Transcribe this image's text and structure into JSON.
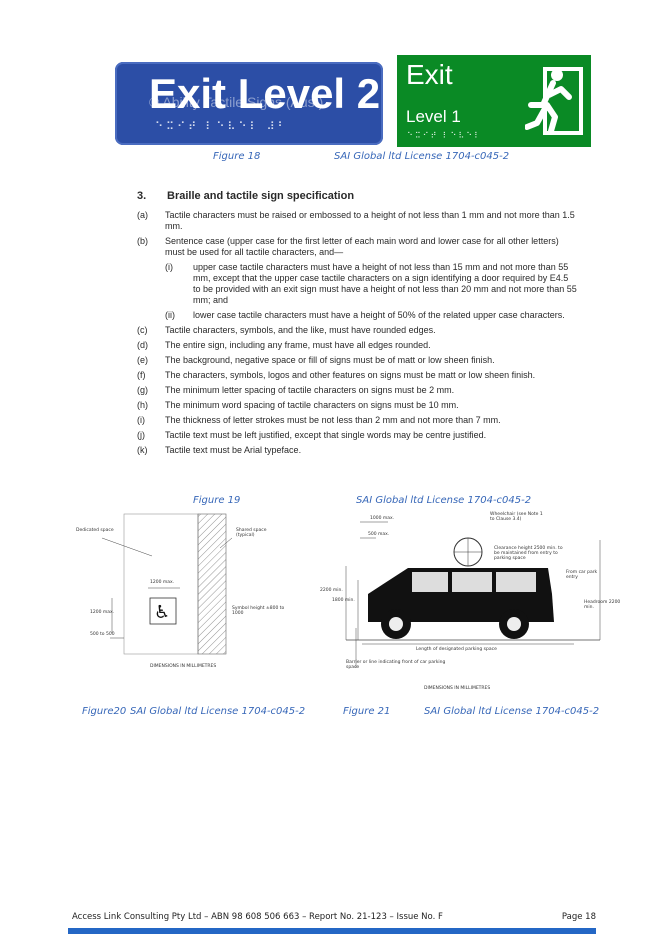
{
  "figure18": {
    "sign_blue": {
      "text": "Exit Level 2",
      "watermark": "© Ability Tactile Signs (Aust)",
      "braille": "⠑⠭⠊⠞ ⠇⠑⠧⠑⠇ ⠼⠃"
    },
    "sign_green": {
      "title": "Exit",
      "subtitle": "Level 1",
      "braille": "⠑⠭⠊⠞ ⠇⠑⠧⠑⠇",
      "icon": "running-man-exit-icon"
    },
    "caption_label": "Figure 18",
    "caption_license": "SAI Global ltd License 1704-c045-2"
  },
  "section": {
    "number": "3.",
    "title": "Braille and tactile sign specification",
    "items": [
      {
        "label": "(a)",
        "text": "Tactile characters must be raised or embossed to a height of not less than 1 mm and not more than 1.5 mm."
      },
      {
        "label": "(b)",
        "text": "Sentence case (upper case for the first letter of each main word and lower case for all other letters) must be used for all tactile characters, and—"
      },
      {
        "label": "(c)",
        "text": "Tactile characters, symbols, and the like, must have rounded edges."
      },
      {
        "label": "(d)",
        "text": "The entire sign, including any frame, must have all edges rounded."
      },
      {
        "label": "(e)",
        "text": "The background, negative space or fill of signs must be of matt or low sheen finish."
      },
      {
        "label": "(f)",
        "text": "The characters, symbols, logos and other features on signs must be matt or low sheen finish."
      },
      {
        "label": "(g)",
        "text": "The minimum letter spacing of tactile characters on signs must be 2 mm."
      },
      {
        "label": "(h)",
        "text": "The minimum word spacing of tactile characters on signs must be 10 mm."
      },
      {
        "label": "(i)",
        "text": "The thickness of letter strokes must be not less than 2 mm and not more than 7 mm."
      },
      {
        "label": "(j)",
        "text": "Tactile text must be left justified, except that single words may be centre justified."
      },
      {
        "label": "(k)",
        "text": "Tactile text must be Arial typeface."
      }
    ],
    "subitems": [
      {
        "label": "(i)",
        "text": "upper case tactile characters must have a height of not less than 15 mm and not more than 55 mm, except that the upper case tactile characters on a sign identifying a door required by E4.5 to be provided with an exit sign must have a height of not less than 20 mm and not more than 55 mm; and"
      },
      {
        "label": "(ii)",
        "text": "lower case tactile characters must have a height of 50% of the related upper case characters."
      }
    ]
  },
  "figure19": {
    "label": "Figure 19",
    "license": "SAI Global ltd License 1704-c045-2"
  },
  "figure20": {
    "label": "Figure20",
    "license": "SAI Global ltd License 1704-c045-2",
    "dedicated_space": "Dedicated space",
    "shared_space": "Shared space (typical)",
    "dim_1200_max": "1200 max.",
    "dim_1200_max_left": "1200 max.",
    "dim_500": "500 to 500",
    "symbol_height": "Symbol height ±800 to 1000",
    "dimensions_note": "DIMENSIONS IN MILLIMETRES"
  },
  "figure21": {
    "label": "Figure 21",
    "license": "SAI Global ltd License 1704-c045-2",
    "dim_1000": "1000 max.",
    "dim_500": "500 max.",
    "wheelchair": "Wheelchair (see Note 1 to Clause 3.4)",
    "clearance": "Clearance height 2500 min. to be maintained from entry to parking space",
    "from_car": "From car park entry",
    "dim_2200": "2200 min.",
    "dim_1800": "1800 min.",
    "headroom": "Headroom 2200 min.",
    "length": "Length of designated parking space",
    "barrier": "Barrier or line indicating front of car parking space",
    "dimensions_note": "DIMENSIONS IN MILLIMETRES"
  },
  "footer": {
    "text": "Access Link Consulting Pty Ltd   –   ABN 98 608 506 663   –   Report No. 21-123   –   Issue No. F",
    "page": "Page 18"
  },
  "colors": {
    "sign_blue": "#2c4ea6",
    "sign_green": "#0a8a25",
    "caption": "#3767b8",
    "footer_bar": "#2467c5"
  }
}
